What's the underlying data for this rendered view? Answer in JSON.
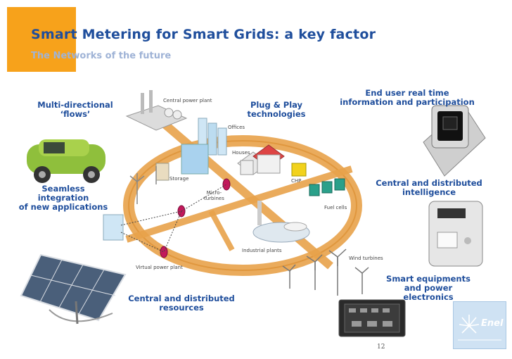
{
  "header": {
    "title": "Smart Metering for Smart Grids: a key factor",
    "subtitle": "The Networks of the future"
  },
  "callouts": {
    "multi_directional": [
      "Multi-directional",
      "‘flows’"
    ],
    "plug_play": [
      "Plug & Play",
      "technologies"
    ],
    "end_user": [
      "End user real time",
      "information and participation"
    ],
    "seamless": [
      "Seamless",
      "integration",
      "of new applications"
    ],
    "central_intelligence": [
      "Central and distributed",
      "intelligence"
    ],
    "smart_equipments": [
      "Smart equipments",
      "and power",
      "electronics"
    ],
    "central_resources": [
      "Central and distributed",
      "resources"
    ]
  },
  "diagram_labels": {
    "central_power_plant": "Central power plant",
    "offices": "Offices",
    "houses": "Houses",
    "storage": "Storage",
    "chp": "CHP",
    "micro_turbines": [
      "Micro-",
      "turbines"
    ],
    "fuel_cells": "Fuel cells",
    "industrial_plants": "Industrial plants",
    "virtual_power_plant": "Virtual power plant",
    "wind_turbines": "Wind turbines"
  },
  "page_number": "12",
  "logo": {
    "text": "Enel"
  },
  "colors": {
    "accent_orange": "#f7a21b",
    "title_blue": "#1f4e9c",
    "subtitle_blue": "#9fb3d6",
    "ring_orange": "#e8a24a"
  }
}
